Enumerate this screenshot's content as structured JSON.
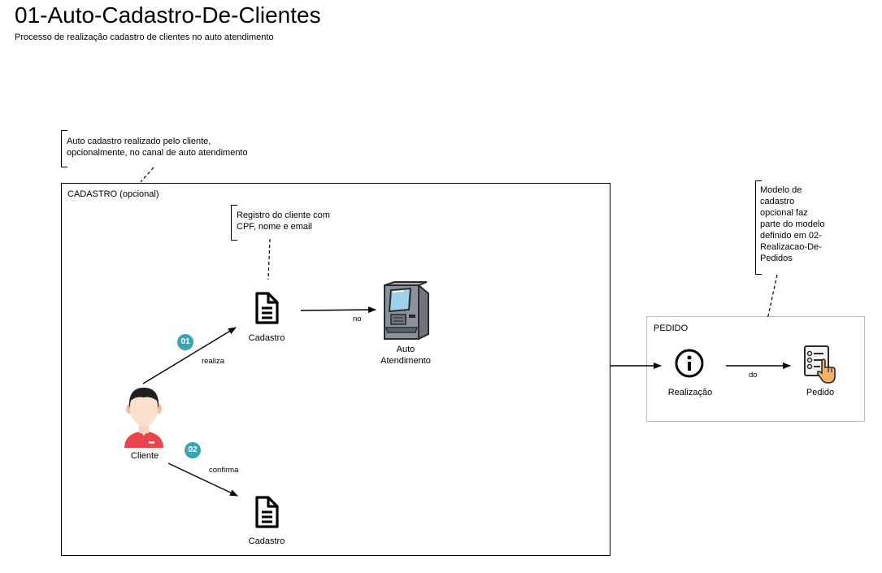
{
  "header": {
    "title": "01-Auto-Cadastro-De-Clientes",
    "subtitle": "Processo de realização cadastro de clientes no auto atendimento"
  },
  "notes": {
    "auto_cadastro": "Auto cadastro realizado pelo cliente,\nopcionalmente, no canal de auto atendimento",
    "registro": "Registro do cliente com\nCPF, nome e email",
    "modelo": "Modelo de\ncadastro\nopcional faz\nparte do modelo\ndefinido em 02-\nRealizacao-De-\nPedidos"
  },
  "groups": {
    "cadastro": "CADASTRO (opcional)",
    "pedido": "PEDIDO"
  },
  "nodes": {
    "cliente": "Cliente",
    "cadastro_1": "Cadastro",
    "cadastro_2": "Cadastro",
    "auto_atendimento": "Auto\nAtendimento",
    "realizacao": "Realização",
    "pedido": "Pedido"
  },
  "edges": {
    "realiza": "realiza",
    "confirma": "confirma",
    "no": "no",
    "do": "do"
  },
  "badges": {
    "step_1": "01",
    "step_2": "02"
  },
  "colors": {
    "badge": "#3aa5b2",
    "pedido_border": "#bdbdbd",
    "person_shirt": "#e8464f",
    "person_hair": "#1f1f1f",
    "atm_body": "#8a939b",
    "atm_screen": "#9fd2ea"
  }
}
